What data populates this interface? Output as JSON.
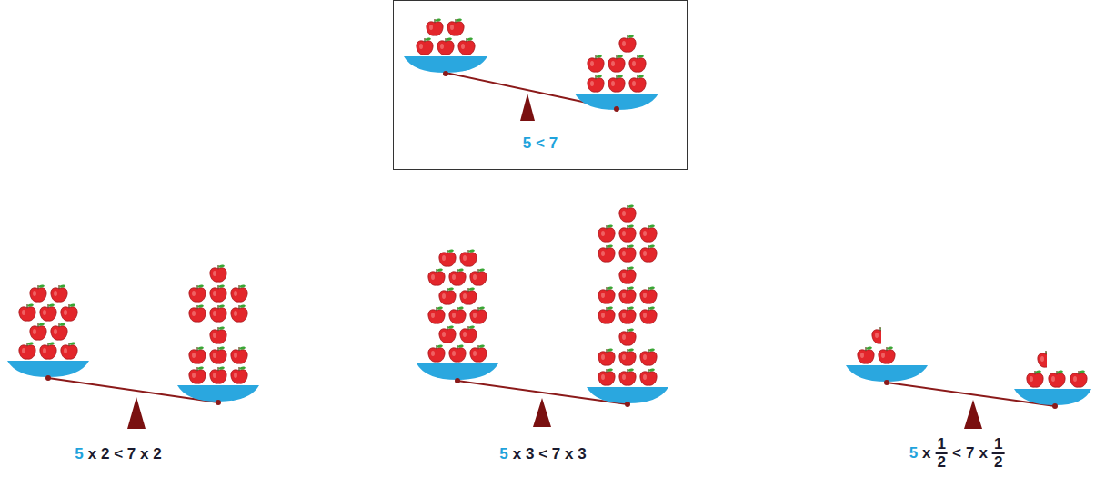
{
  "diagram": {
    "nodes": [
      {
        "text": [
          "5 < 7"
        ]
      }
    ],
    "labels": [
      "5",
      "x 2 < 7 x 2",
      "5",
      "x 3 < 7 x 3",
      "5",
      "x",
      "1",
      "2",
      "<",
      "7",
      "x",
      "1",
      "2"
    ]
  }
}
